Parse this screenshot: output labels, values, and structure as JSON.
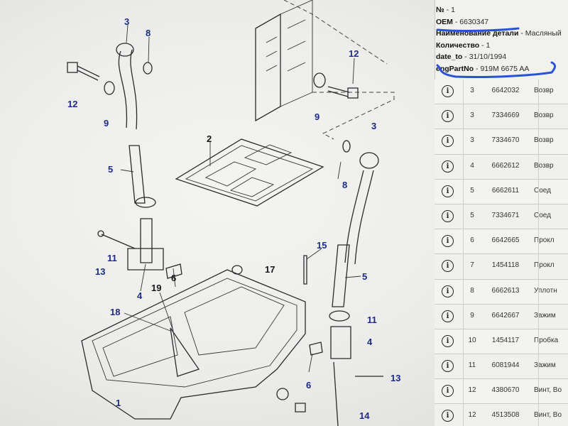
{
  "info": {
    "number_label": "№",
    "number_value": "1",
    "oem_label": "OEM",
    "oem_value": "6630347",
    "name_label": "Наименование детали",
    "name_value": "Масляный",
    "qty_label": "Количество",
    "qty_value": "1",
    "date_label": "date_to",
    "date_value": "31/10/1994",
    "eng_label": "engPartNo",
    "eng_value": "919M 6675 AA"
  },
  "rows": [
    {
      "pos": "3",
      "num": "6642032",
      "name": "Возвр"
    },
    {
      "pos": "3",
      "num": "7334669",
      "name": "Возвр"
    },
    {
      "pos": "3",
      "num": "7334670",
      "name": "Возвр"
    },
    {
      "pos": "4",
      "num": "6662612",
      "name": "Возвр"
    },
    {
      "pos": "5",
      "num": "6662611",
      "name": "Соед"
    },
    {
      "pos": "5",
      "num": "7334671",
      "name": "Соед"
    },
    {
      "pos": "6",
      "num": "6642665",
      "name": "Прокл"
    },
    {
      "pos": "7",
      "num": "1454118",
      "name": "Прокл"
    },
    {
      "pos": "8",
      "num": "6662613",
      "name": "Уплотн"
    },
    {
      "pos": "9",
      "num": "6642667",
      "name": "Зажим"
    },
    {
      "pos": "10",
      "num": "1454117",
      "name": "Пробка"
    },
    {
      "pos": "11",
      "num": "6081944",
      "name": "Зажим"
    },
    {
      "pos": "12",
      "num": "4380670",
      "name": "Винт, Во"
    },
    {
      "pos": "12",
      "num": "4513508",
      "name": "Винт, Во"
    }
  ],
  "info_icon": "info-circle-icon",
  "callouts": {
    "c3a": "3",
    "c8a": "8",
    "c12a": "12",
    "c9a": "9",
    "c5a": "5",
    "c2": "2",
    "c11a": "11",
    "c17": "17",
    "c6a": "6",
    "c13a": "13",
    "c4a": "4",
    "c19": "19",
    "c18": "18",
    "c1": "1",
    "c15": "15",
    "c12b": "12",
    "c9b": "9",
    "c3b": "3",
    "c8b": "8",
    "c5b": "5",
    "c11b": "11",
    "c4b": "4",
    "c13b": "13",
    "c6b": "6",
    "c14": "14"
  }
}
